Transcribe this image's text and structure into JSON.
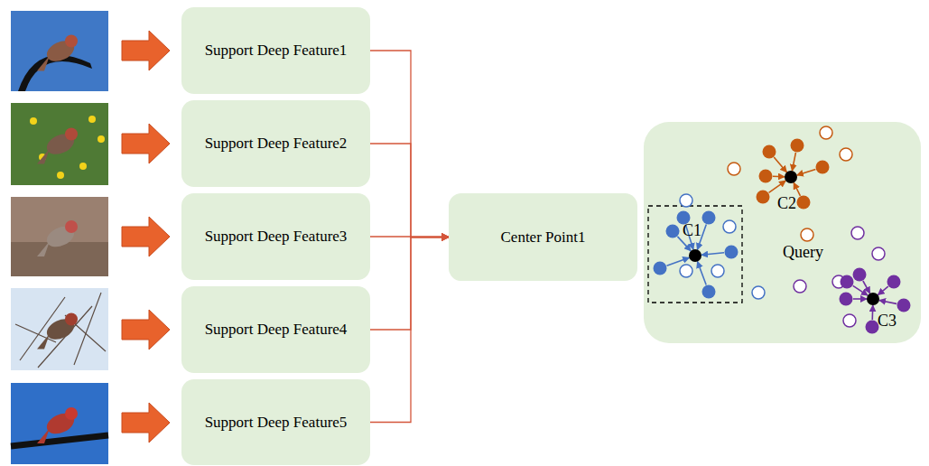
{
  "diagram": {
    "nodes": [
      {
        "text": [
          "Support Deep Feature1"
        ]
      },
      {
        "text": [
          "Support Deep Feature2"
        ]
      },
      {
        "text": [
          "Support Deep Feature3"
        ]
      },
      {
        "text": [
          "Support Deep Feature4"
        ]
      },
      {
        "text": [
          "Support Deep Feature5"
        ]
      },
      {
        "text": [
          "Center Point1"
        ]
      }
    ],
    "edges": [
      {
        "from": 0,
        "to": 5,
        "arrow": "to"
      },
      {
        "from": 1,
        "to": 5,
        "arrow": "to"
      },
      {
        "from": 2,
        "to": 5,
        "arrow": "to"
      },
      {
        "from": 3,
        "to": 5,
        "arrow": "to"
      },
      {
        "from": 4,
        "to": 5,
        "arrow": "to"
      }
    ],
    "labels": [
      "C2",
      "C1",
      "Query",
      "C3"
    ]
  }
}
